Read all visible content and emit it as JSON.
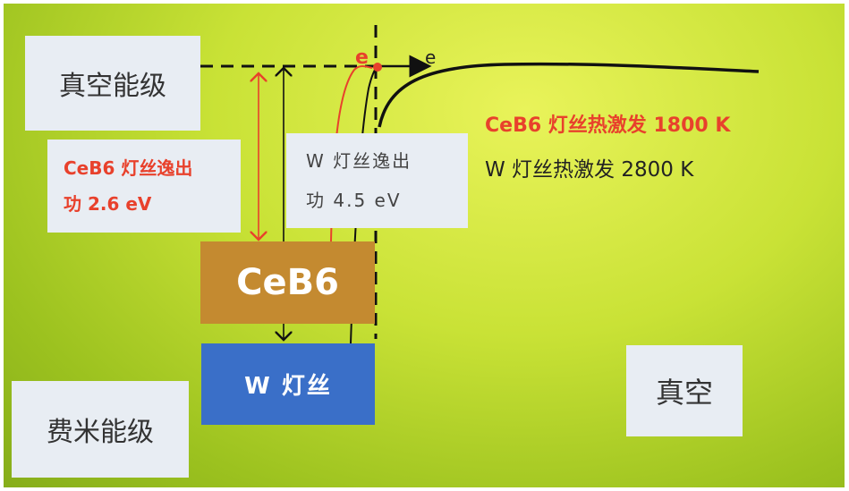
{
  "labels": {
    "vacuum_level": "真空能级",
    "fermi_level": "费米能级",
    "vacuum": "真空",
    "ceb6_work_function_line1": "CeB6 灯丝逸出",
    "ceb6_work_function_line2": "功 2.6 eV",
    "w_work_function_line1": "W 灯丝逸出",
    "w_work_function_line2": "功 4.5 eV",
    "ceb6_block": "CeB6",
    "w_block": "W 灯丝",
    "electron_red": "e",
    "electron_black": "e"
  },
  "legend": {
    "ceb6": "CeB6 灯丝热激发  1800 K",
    "w": "W 灯丝热激发  2800 K"
  },
  "colors": {
    "background": "#c9e236",
    "ceb6_block": "#c48a30",
    "w_block": "#3a6fc8",
    "red_accent": "#e8412c",
    "label_box": "#e8edf3"
  }
}
